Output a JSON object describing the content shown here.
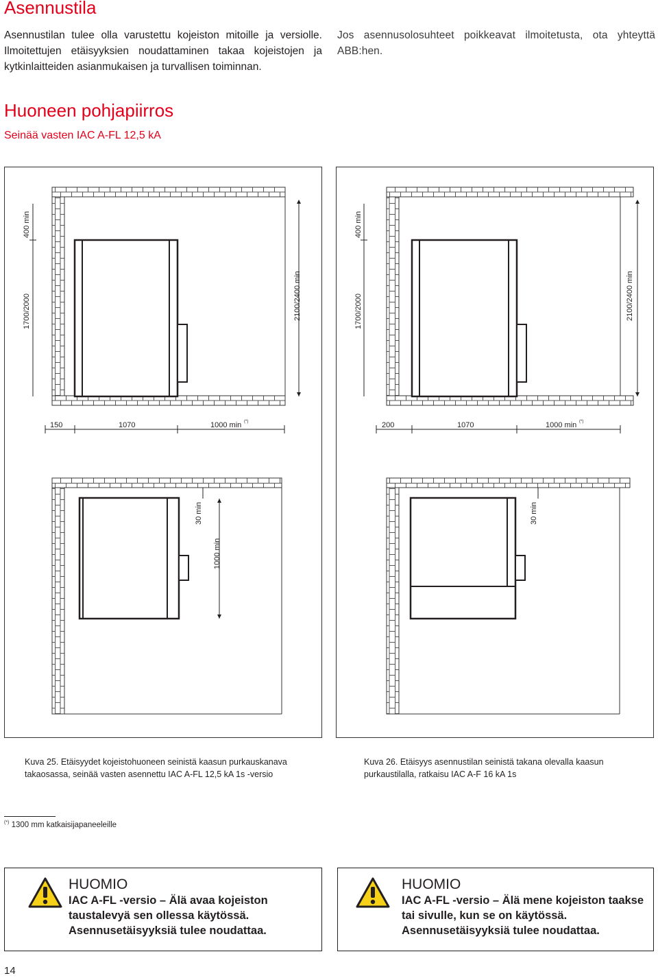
{
  "page": {
    "title": "Asennustila",
    "intro_left": "Asennustilan tulee olla varustettu kojeiston mitoille ja versiolle. Ilmoitettujen etäisyyksien noudattaminen takaa kojeistojen ja kytkinlaitteiden asianmukaisen ja turvallisen toiminnan.",
    "intro_right": "Jos asennusolosuhteet poikkeavat ilmoitetusta, ota yhteyttä ABB:hen.",
    "section_title": "Huoneen pohjapiirros",
    "section_subtitle": "Seinää vasten IAC A-FL 12,5 kA",
    "page_number": "14"
  },
  "figure_left": {
    "top_dims": {
      "wall_gap": "400 min",
      "depth": "1700/2000",
      "height": "2100/2400 min",
      "w1": "150",
      "w2": "1070",
      "w3": "1000 min",
      "w3_note": "(*)"
    },
    "bottom_dims": {
      "side_gap": "30 min",
      "front": "1000 min"
    },
    "caption": "Kuva 25. Etäisyydet kojeistohuoneen seinistä kaasun purkauskanava takaosassa, seinää vasten asennettu IAC A-FL 12,5 kA 1s -versio"
  },
  "figure_right": {
    "top_dims": {
      "wall_gap": "400 min",
      "depth": "1700/2000",
      "height": "2100/2400 min",
      "w1": "200",
      "w2": "1070",
      "w3": "1000 min",
      "w3_note": "(*)"
    },
    "bottom_dims": {
      "side_gap": "30 min"
    },
    "caption": "Kuva 26. Etäisyys asennustilan seinistä takana olevalla kaasun purkaustilalla, ratkaisu IAC A-F 16 kA 1s"
  },
  "footnote": {
    "mark": "(*)",
    "text": "1300 mm katkaisijapaneeleille"
  },
  "warnings": [
    {
      "title": "HUOMIO",
      "text": "IAC A-FL -versio – Älä avaa kojeiston taustalevyä sen ollessa käytössä. Asennusetäisyyksiä tulee noudattaa.",
      "icon": "warning-triangle-icon"
    },
    {
      "title": "HUOMIO",
      "text": "IAC A-FL -versio – Älä mene kojeiston taakse tai sivulle, kun se on käytössä. Asennusetäisyyksiä tulee noudattaa.",
      "icon": "warning-triangle-icon"
    }
  ]
}
